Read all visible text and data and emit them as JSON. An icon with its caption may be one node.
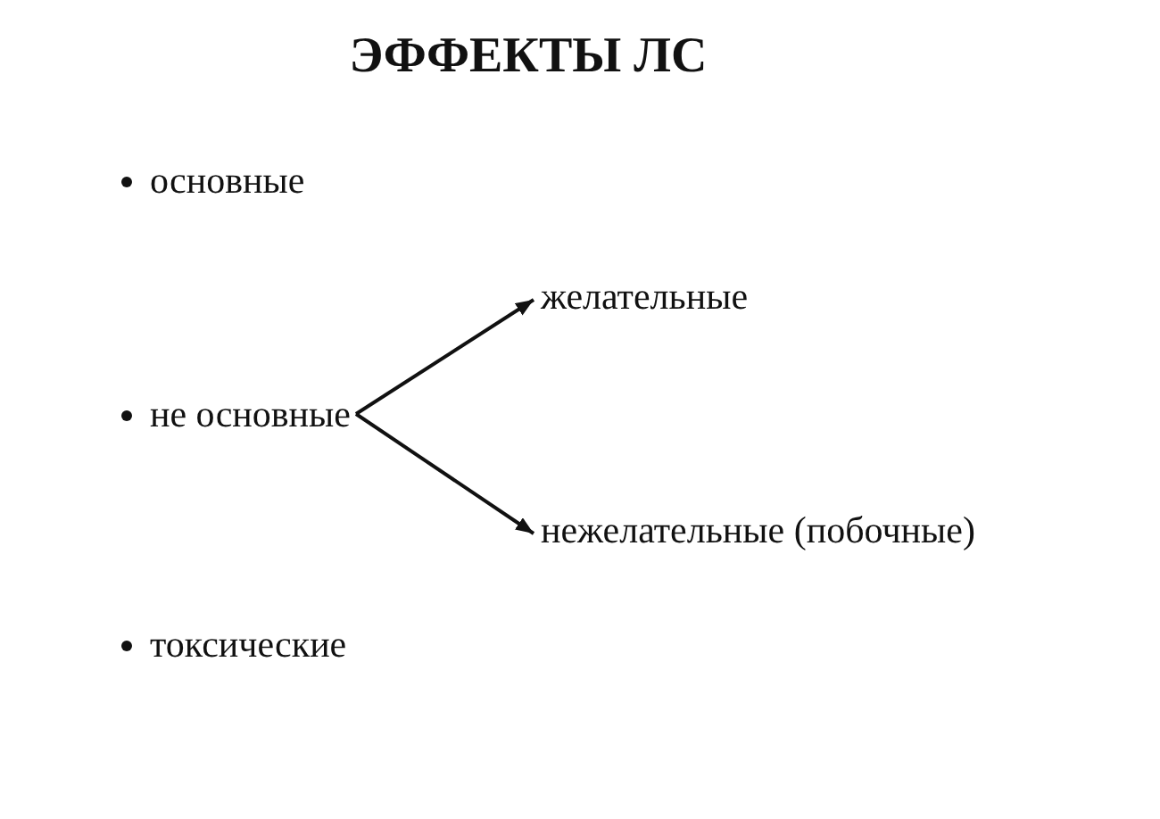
{
  "diagram": {
    "title": "ЭФФЕКТЫ ЛС",
    "nodes": [
      {
        "text": [
          "основные"
        ]
      },
      {
        "text": [
          "желательные"
        ]
      },
      {
        "text": [
          "не основные"
        ]
      },
      {
        "text": [
          "нежелательные (побочные)"
        ]
      },
      {
        "text": [
          "токсические"
        ]
      }
    ],
    "edges": [
      {
        "from": 2,
        "to": 1,
        "arrow": "to"
      },
      {
        "from": 2,
        "to": 3,
        "arrow": "to"
      }
    ]
  }
}
